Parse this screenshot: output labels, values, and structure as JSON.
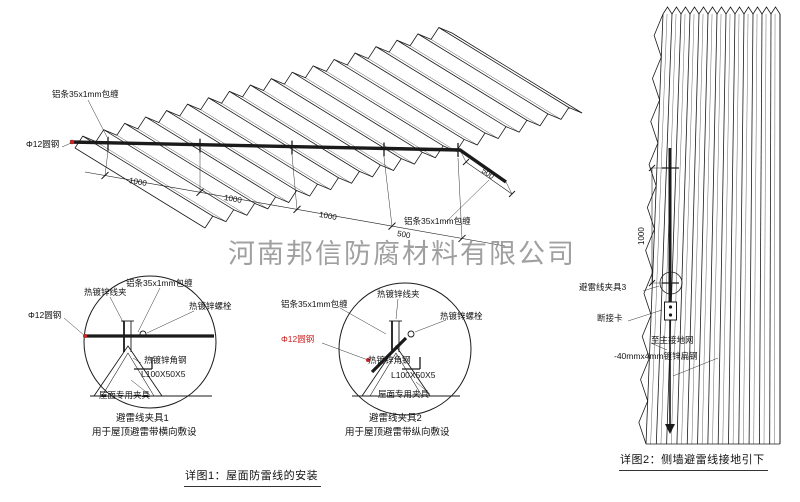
{
  "colors": {
    "line": "#1a1a1a",
    "accent_red": "#cc2222",
    "watermark": "#909090"
  },
  "watermark": "河南邦信防腐材料有限公司",
  "figure1": {
    "caption": "详图1：屋面防雷线的安装",
    "roof": {
      "label_strip_top": "铝条35x1mm包缠",
      "label_strip_right": "铝条35x1mm包缠",
      "label_round_steel": "Φ12圆钢",
      "dim_spacings": [
        "1000",
        "1000",
        "1000",
        "500"
      ],
      "dim_side": "500"
    },
    "detail1": {
      "title": "避雷线夹具1",
      "subtitle": "用于屋顶避雷带横向敷设",
      "label_wire_clip": "热镀锌线夹",
      "label_strip": "铝条35x1mm包缠",
      "label_bolt": "热镀锌螺栓",
      "label_round_steel": "Φ12圆钢",
      "label_angle_steel": "热镀锌角钢",
      "label_angle_spec": "L100X50X5",
      "label_roof_clamp": "屋面专用夹具"
    },
    "detail2": {
      "title": "避雷线夹具2",
      "subtitle": "用于屋顶避雷带纵向敷设",
      "label_strip": "铝条35x1mm包缠",
      "label_wire_clip": "热镀锌线夹",
      "label_bolt": "热镀锌螺栓",
      "label_round_steel": "Φ12圆钢",
      "label_angle_steel": "热镀锌角钢",
      "label_angle_spec": "L100X50X5",
      "label_roof_clamp": "屋面专用夹具"
    }
  },
  "figure2": {
    "caption": "详图2：侧墙避雷线接地引下",
    "label_clamp3": "避雷线夹具3",
    "label_disconnect": "断接卡",
    "label_to_ground": "至主接地网",
    "label_flat_steel": "-40mmx4mm镀锌扁钢",
    "dim_vertical": "1000"
  }
}
